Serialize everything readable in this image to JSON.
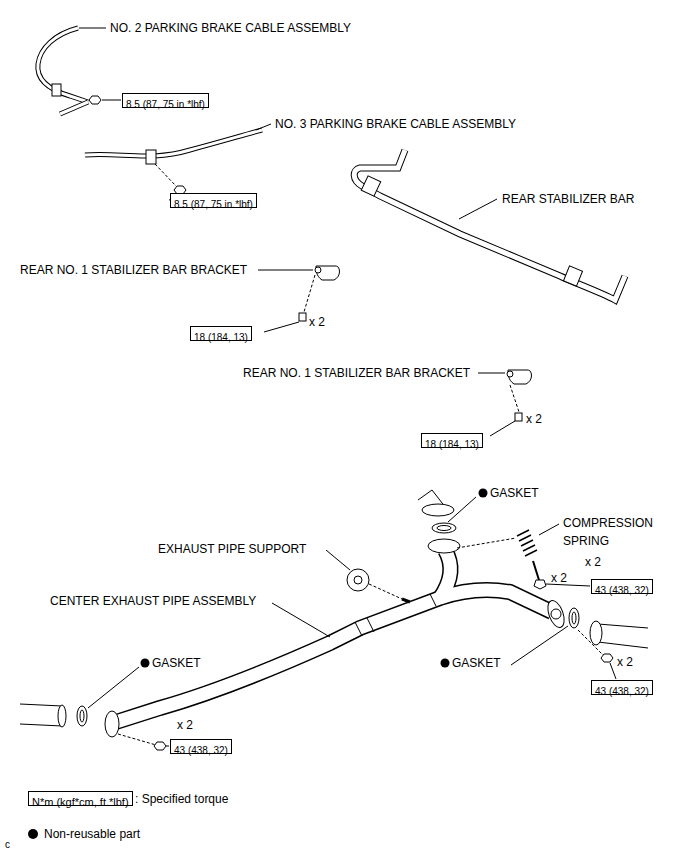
{
  "diagram": {
    "nodes": [
      {
        "text": [
          "8.5 (87, 75 in.*lbf)"
        ]
      },
      {
        "text": [
          "8.5 (87, 75 in.*lbf)"
        ]
      },
      {
        "text": [
          "18 (184, 13)"
        ]
      },
      {
        "text": [
          "18 (184, 13)"
        ]
      },
      {
        "text": [
          "43 (438, 32)"
        ]
      },
      {
        "text": [
          "43 (438, 32)"
        ]
      },
      {
        "text": [
          "43 (438, 32)"
        ]
      },
      {
        "text": [
          "N*m (kgf*cm, ft.*lbf)"
        ]
      }
    ],
    "labels": [
      "NO. 2 PARKING BRAKE CABLE ASSEMBLY",
      "NO. 3 PARKING BRAKE CABLE ASSEMBLY",
      "REAR STABILIZER BAR",
      "REAR NO. 1 STABILIZER BAR BRACKET",
      "x 2",
      "REAR NO. 1 STABILIZER BAR BRACKET",
      "x 2",
      "GASKET",
      "COMPRESSION SPRING",
      "x 2",
      "x 2",
      "EXHAUST PIPE SUPPORT",
      "CENTER EXHAUST PIPE ASSEMBLY",
      "GASKET",
      "GASKET",
      "x 2",
      "x 2",
      ": Specified torque",
      "c"
    ],
    "legend": [
      {
        "text": "Non-reusable part"
      }
    ]
  }
}
